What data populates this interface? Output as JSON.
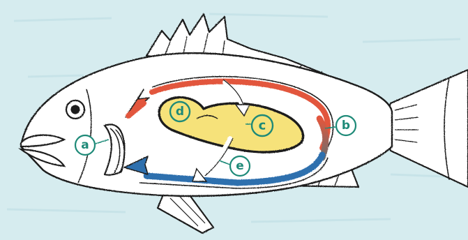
{
  "diagram": {
    "labels": {
      "a": "a",
      "b": "b",
      "c": "c",
      "d": "d",
      "e": "e"
    },
    "colors": {
      "water": "#d6ecef",
      "body_fill": "#ffffff",
      "outline": "#1f1f1f",
      "organ_fill": "#f6e27a",
      "oxygenated_vessel": "#e2573d",
      "deoxygenated_vessel": "#2f6fae",
      "label_ring": "#1e8a78",
      "flow_arrow": "#ffffff"
    }
  }
}
